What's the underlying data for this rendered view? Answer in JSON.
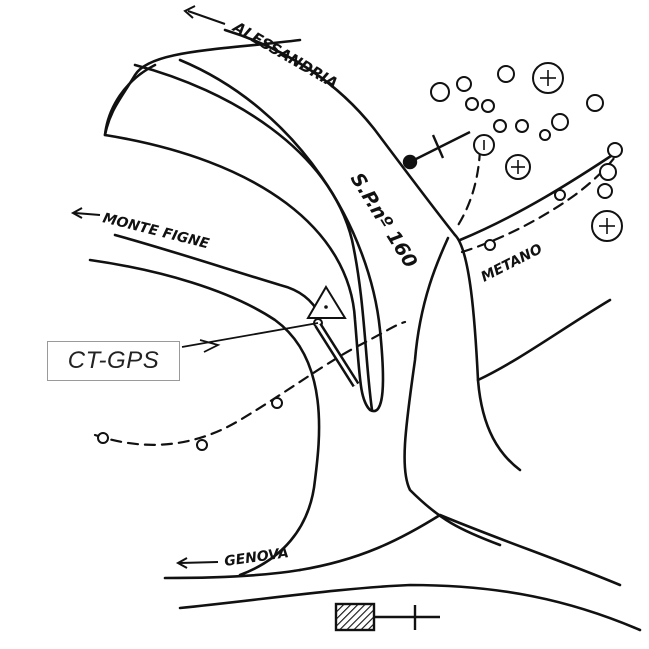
{
  "map": {
    "labels": {
      "alessandria": "ALESSANDRIA",
      "road_number": "S.P.nº 160",
      "monte_figne": "MONTE FIGNE",
      "metano": "METANO",
      "genova": "GENOVA"
    },
    "callout": {
      "text": "CT-GPS"
    },
    "colors": {
      "ink": "#111111",
      "paper": "#ffffff",
      "callout_border": "#9a9a9a"
    },
    "icons": [
      "triangle-benchmark-icon",
      "cross-marker-icon",
      "hatched-building-icon",
      "tree-cluster-icon",
      "arrow-icon"
    ]
  }
}
